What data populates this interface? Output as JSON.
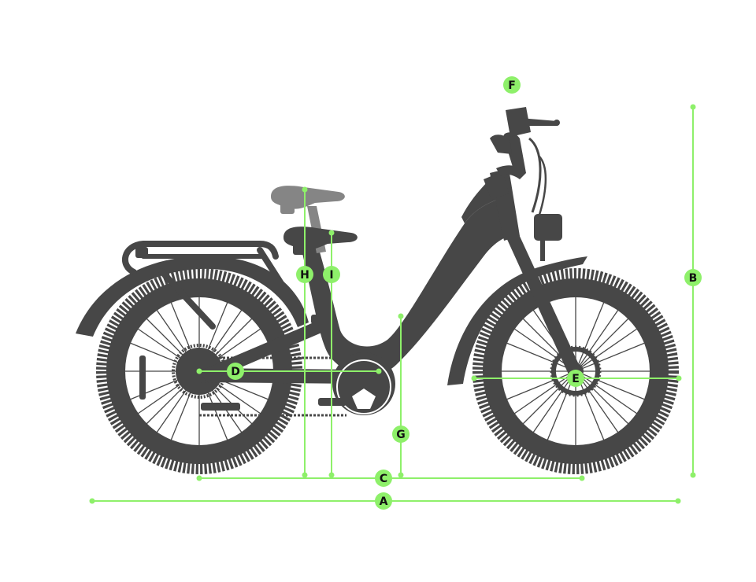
{
  "colors": {
    "accent": "#8ef06a",
    "bike": "#474747",
    "seat_raised": "#858585",
    "label_text": "#111111",
    "background": "#ffffff"
  },
  "labels": {
    "a": "A",
    "b": "B",
    "c": "C",
    "d": "D",
    "e": "E",
    "f": "F",
    "g": "G",
    "h": "H",
    "i": "I"
  }
}
